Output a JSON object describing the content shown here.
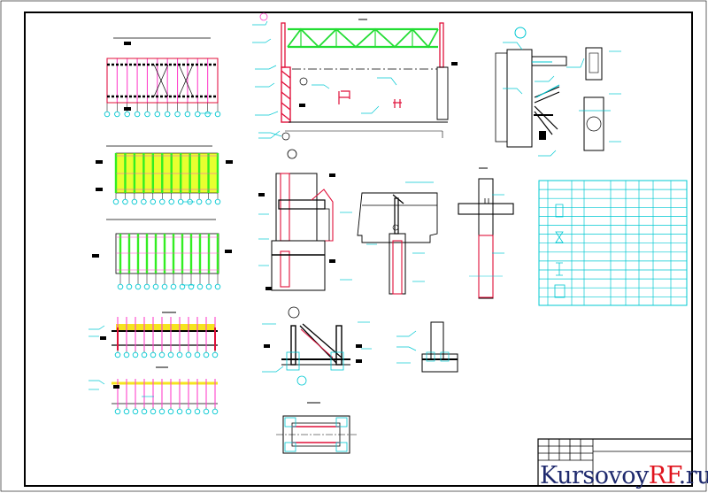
{
  "watermark": {
    "part1": "Kursovoy",
    "part2": "RF",
    "part3": ".ru"
  },
  "colors": {
    "paper": "#ffffff",
    "frame": "#000000",
    "truss": "#22dd33",
    "column": "#e0103a",
    "purlin": "#33ee22",
    "bracing": "#ff44cc",
    "cyan": "#00c8d2",
    "yellow": "#f5e51f",
    "dim": "#000000",
    "watermark_blue": "#1f2a6e",
    "watermark_red": "#e0141e"
  },
  "drawing": {
    "views": [
      "plan-bracing-top",
      "plan-purlins-1",
      "plan-purlins-2",
      "elevation-row-1",
      "elevation-row-2",
      "cross-section-frame",
      "node-truss-support",
      "node-column-top",
      "node-crane-beam",
      "node-column-base-side",
      "node-column-base",
      "node-column-small-base",
      "node-base-plan",
      "node-column-cap",
      "specification-table",
      "title-block"
    ]
  }
}
